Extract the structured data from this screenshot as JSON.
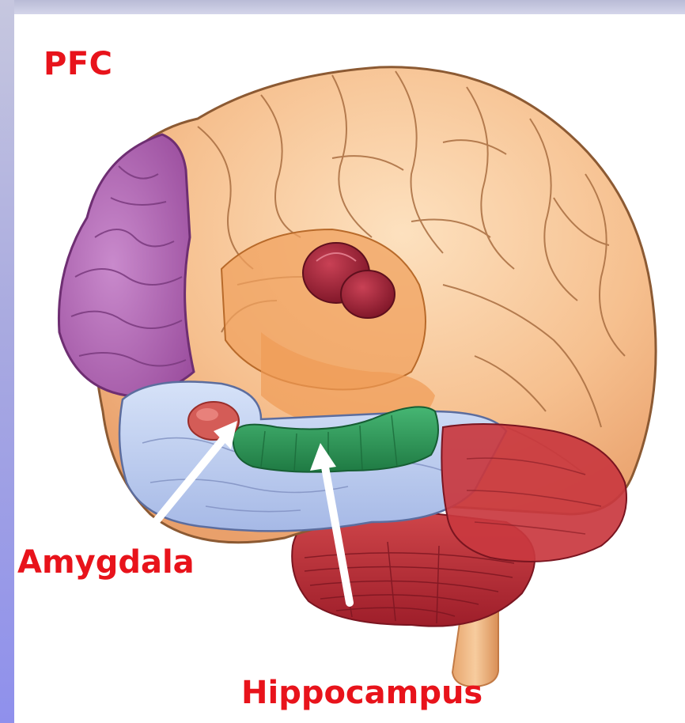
{
  "labels": {
    "pfc": "PFC",
    "amygdala": "Amygdala",
    "hippocampus": "Hippocampus"
  },
  "colors": {
    "label_text": "#e8131b",
    "cortex": "#f4bd8e",
    "prefrontal": "#b572b8",
    "temporal": "#b7c9ee",
    "cerebellum": "#bf2f36",
    "hippocampus": "#2f9a58",
    "amygdala": "#d45c57",
    "thalamus": "#a8283e",
    "arrow": "#ffffff"
  },
  "icons": {
    "brain": "brain-illustration",
    "arrows": "pointer-arrow"
  }
}
